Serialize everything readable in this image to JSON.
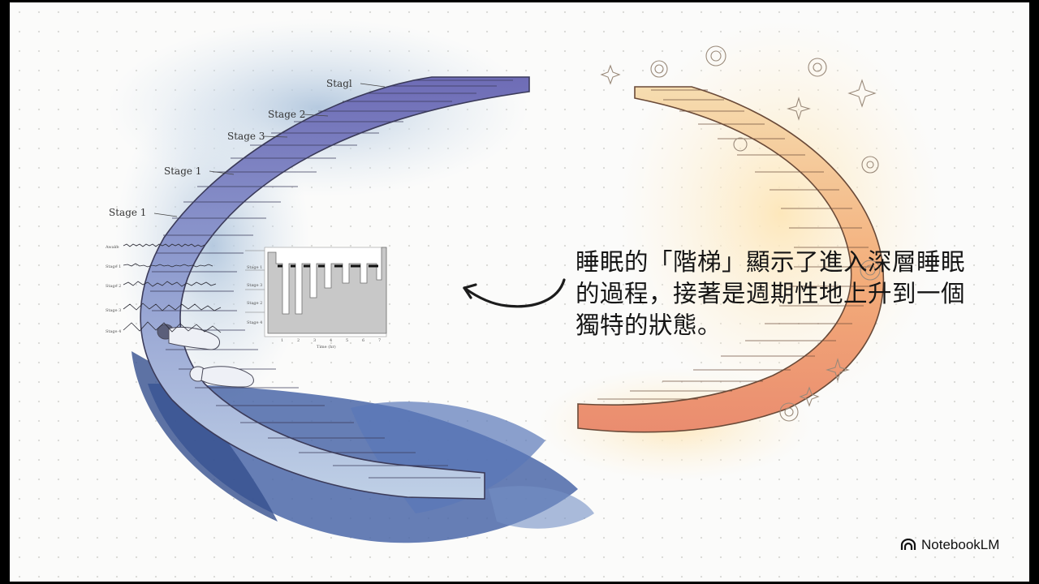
{
  "slide": {
    "caption": "睡眠的「階梯」顯示了進入深層睡眠的過程，接著是週期性地上升到一個獨特的狀態。",
    "stage_labels": [
      "Stagl",
      "Stage 2",
      "Stage 3",
      "Stage 1",
      "Stage 1"
    ],
    "eeg_labels": [
      "Awake",
      "Stage 1",
      "Stage 2",
      "Stage 3",
      "Stage 4"
    ],
    "hypnogram": {
      "y_labels": [
        "Stage 1",
        "Stage 3",
        "Stage 2",
        "Stage 4"
      ],
      "x_labels": [
        "1",
        "2",
        "3",
        "4",
        "5",
        "6",
        "7"
      ],
      "x_title": "Time (hr)"
    },
    "brand": {
      "name": "NotebookLM",
      "icon": "notebooklm-logo-icon"
    },
    "colors": {
      "deep_sleep": "#3f56a0",
      "rem_warm": "#ef8a55",
      "caption": "#151515"
    }
  }
}
